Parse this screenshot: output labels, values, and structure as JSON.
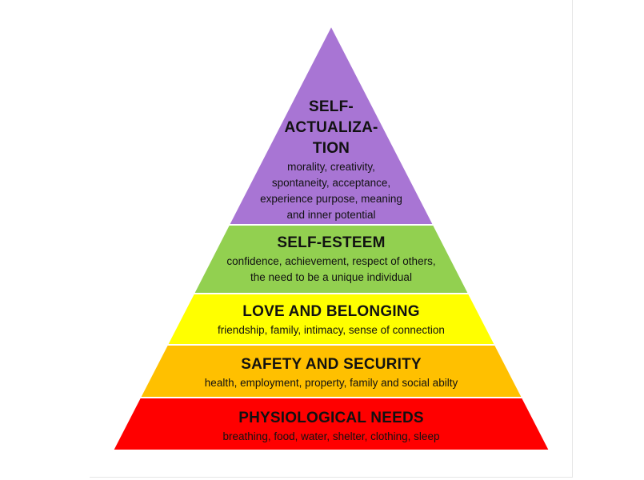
{
  "colors": {
    "self_actualization": "#a875d4",
    "self_esteem": "#92d050",
    "love_belonging": "#ffff00",
    "safety_security": "#ffc000",
    "physiological": "#ff0000"
  },
  "levels": {
    "self_actualization": {
      "title_lines": [
        "SELF-",
        "ACTUALIZA-",
        "TION"
      ],
      "desc_lines": [
        "morality, creativity,",
        "spontaneity, acceptance,",
        "experience purpose, meaning",
        "and inner potential"
      ]
    },
    "self_esteem": {
      "title": "SELF-ESTEEM",
      "desc_lines": [
        "confidence, achievement, respect of others,",
        "the need to be a unique individual"
      ]
    },
    "love_belonging": {
      "title": "LOVE AND BELONGING",
      "desc": "friendship, family, intimacy, sense of connection"
    },
    "safety_security": {
      "title": "SAFETY AND SECURITY",
      "desc": "health, employment, property, family and social abilty"
    },
    "physiological": {
      "title": "PHYSIOLOGICAL NEEDS",
      "desc": "breathing, food, water, shelter, clothing, sleep"
    }
  }
}
